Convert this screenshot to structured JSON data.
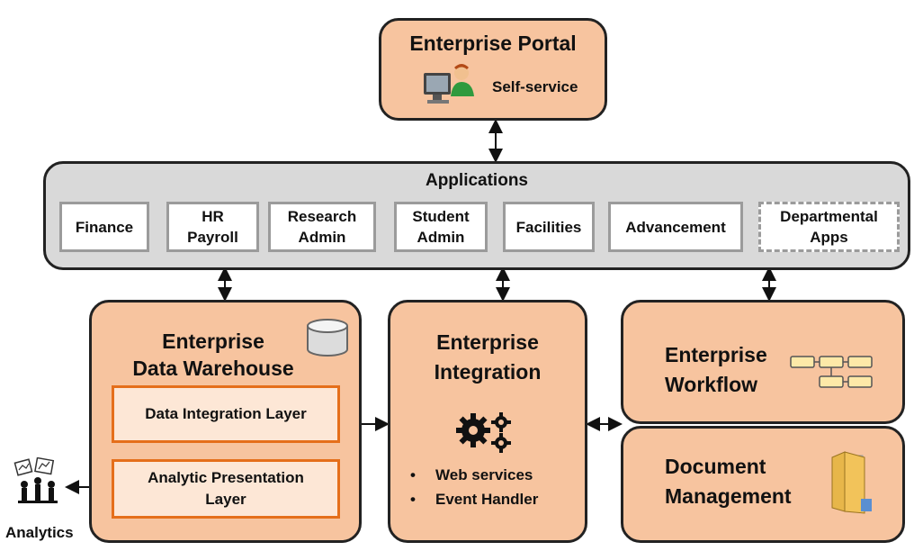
{
  "portal": {
    "title": "Enterprise Portal",
    "subtitle": "Self-service"
  },
  "applications": {
    "title": "Applications",
    "items": [
      "Finance",
      "HR\nPayroll",
      "Research\nAdmin",
      "Student\nAdmin",
      "Facilities",
      "Advancement",
      "Departmental\nApps"
    ]
  },
  "warehouse": {
    "title": "Enterprise\nData Warehouse",
    "layer_integration": "Data Integration Layer",
    "layer_presentation": "Analytic Presentation\nLayer"
  },
  "integration": {
    "title": "Enterprise\nIntegration",
    "bullets": [
      "Web services",
      "Event Handler"
    ]
  },
  "workflow": {
    "title": "Enterprise\nWorkflow"
  },
  "documents": {
    "title": "Document\nManagement"
  },
  "analytics": {
    "label": "Analytics"
  },
  "colors": {
    "box_fill": "#f7c49f",
    "panel_fill": "#d9d9d9",
    "layer_border": "#e56f1b"
  }
}
